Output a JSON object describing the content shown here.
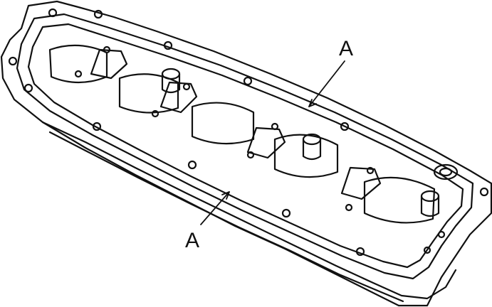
{
  "diagram": {
    "callouts": [
      {
        "id": "top",
        "text": "A"
      },
      {
        "id": "bottom",
        "text": "A"
      }
    ],
    "colors": {
      "line": "#111111",
      "paper": "#ffffff"
    },
    "subject": "cylinder-head-cover-gasket-illustration"
  }
}
